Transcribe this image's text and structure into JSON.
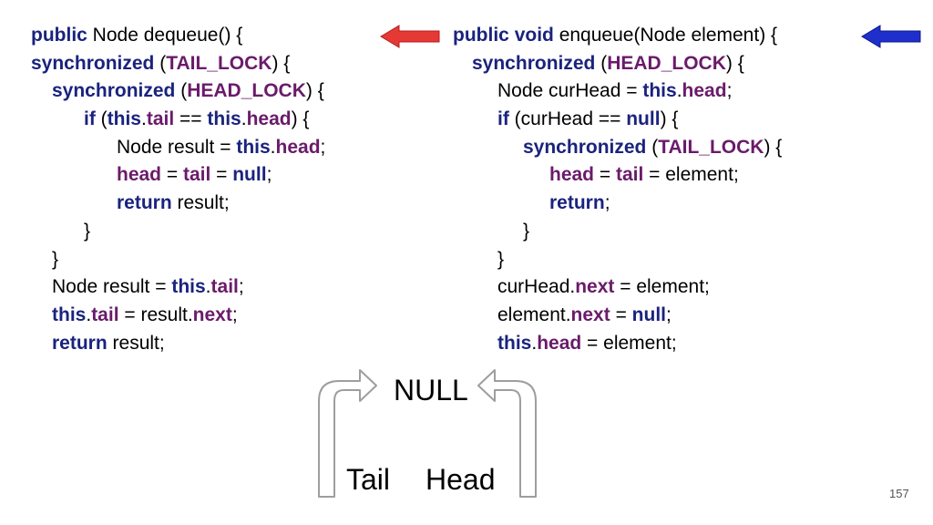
{
  "colors": {
    "keyword": "#1a237e",
    "field": "#6a1b6a",
    "red_arrow": "#e53935",
    "blue_arrow": "#1e2fcc"
  },
  "dequeue": [
    {
      "indent": 0,
      "tokens": [
        {
          "t": "kw",
          "v": "public"
        },
        {
          "t": "",
          "v": " Node dequeue() {"
        }
      ]
    },
    {
      "indent": 0,
      "tokens": [
        {
          "t": "kw",
          "v": "synchronized"
        },
        {
          "t": "",
          "v": " ("
        },
        {
          "t": "fld",
          "v": "TAIL_LOCK"
        },
        {
          "t": "",
          "v": ") {"
        }
      ]
    },
    {
      "indent": 1,
      "tokens": [
        {
          "t": "kw",
          "v": "synchronized"
        },
        {
          "t": "",
          "v": " ("
        },
        {
          "t": "fld",
          "v": "HEAD_LOCK"
        },
        {
          "t": "",
          "v": ") {"
        }
      ]
    },
    {
      "indent": 2,
      "tokens": [
        {
          "t": "kw",
          "v": "if"
        },
        {
          "t": "",
          "v": " ("
        },
        {
          "t": "kw",
          "v": "this"
        },
        {
          "t": "",
          "v": "."
        },
        {
          "t": "fld",
          "v": "tail"
        },
        {
          "t": "",
          "v": " == "
        },
        {
          "t": "kw",
          "v": "this"
        },
        {
          "t": "",
          "v": "."
        },
        {
          "t": "fld",
          "v": "head"
        },
        {
          "t": "",
          "v": ") {"
        }
      ]
    },
    {
      "indent": 3,
      "tokens": [
        {
          "t": "",
          "v": "Node result = "
        },
        {
          "t": "kw",
          "v": "this"
        },
        {
          "t": "",
          "v": "."
        },
        {
          "t": "fld",
          "v": "head"
        },
        {
          "t": "",
          "v": ";"
        }
      ]
    },
    {
      "indent": 3,
      "tokens": [
        {
          "t": "fld",
          "v": "head"
        },
        {
          "t": "",
          "v": " = "
        },
        {
          "t": "fld",
          "v": "tail"
        },
        {
          "t": "",
          "v": " = "
        },
        {
          "t": "kw",
          "v": "null"
        },
        {
          "t": "",
          "v": ";"
        }
      ]
    },
    {
      "indent": 3,
      "tokens": [
        {
          "t": "kw",
          "v": "return"
        },
        {
          "t": "",
          "v": " result;"
        }
      ]
    },
    {
      "indent": 2,
      "tokens": [
        {
          "t": "",
          "v": "}"
        }
      ]
    },
    {
      "indent": 1,
      "tokens": [
        {
          "t": "",
          "v": "}"
        }
      ]
    },
    {
      "indent": 1,
      "tokens": [
        {
          "t": "",
          "v": "Node result = "
        },
        {
          "t": "kw",
          "v": "this"
        },
        {
          "t": "",
          "v": "."
        },
        {
          "t": "fld",
          "v": "tail"
        },
        {
          "t": "",
          "v": ";"
        }
      ]
    },
    {
      "indent": 1,
      "tokens": [
        {
          "t": "kw",
          "v": "this"
        },
        {
          "t": "",
          "v": "."
        },
        {
          "t": "fld",
          "v": "tail"
        },
        {
          "t": "",
          "v": " = result."
        },
        {
          "t": "fld",
          "v": "next"
        },
        {
          "t": "",
          "v": ";"
        }
      ]
    },
    {
      "indent": 1,
      "tokens": [
        {
          "t": "kw",
          "v": "return"
        },
        {
          "t": "",
          "v": " result;"
        }
      ]
    }
  ],
  "enqueue": [
    {
      "indent": 0,
      "tokens": [
        {
          "t": "kw",
          "v": "public"
        },
        {
          "t": "",
          "v": " "
        },
        {
          "t": "kw",
          "v": "void"
        },
        {
          "t": "",
          "v": " enqueue(Node element) {"
        }
      ]
    },
    {
      "indent": 1,
      "tokens": [
        {
          "t": "kw",
          "v": "synchronized"
        },
        {
          "t": "",
          "v": " ("
        },
        {
          "t": "fld",
          "v": "HEAD_LOCK"
        },
        {
          "t": "",
          "v": ") {"
        }
      ]
    },
    {
      "indent": 2,
      "tokens": [
        {
          "t": "",
          "v": "Node curHead = "
        },
        {
          "t": "kw",
          "v": "this"
        },
        {
          "t": "",
          "v": "."
        },
        {
          "t": "fld",
          "v": "head"
        },
        {
          "t": "",
          "v": ";"
        }
      ]
    },
    {
      "indent": 2,
      "tokens": [
        {
          "t": "kw",
          "v": "if"
        },
        {
          "t": "",
          "v": " (curHead == "
        },
        {
          "t": "kw",
          "v": "null"
        },
        {
          "t": "",
          "v": ") {"
        }
      ]
    },
    {
      "indent": 3,
      "tokens": [
        {
          "t": "kw",
          "v": "synchronized"
        },
        {
          "t": "",
          "v": " ("
        },
        {
          "t": "fld",
          "v": "TAIL_LOCK"
        },
        {
          "t": "",
          "v": ") {"
        }
      ]
    },
    {
      "indent": 4,
      "tokens": [
        {
          "t": "fld",
          "v": "head"
        },
        {
          "t": "",
          "v": " = "
        },
        {
          "t": "fld",
          "v": "tail"
        },
        {
          "t": "",
          "v": " = element;"
        }
      ]
    },
    {
      "indent": 4,
      "tokens": [
        {
          "t": "kw",
          "v": "return"
        },
        {
          "t": "",
          "v": ";"
        }
      ]
    },
    {
      "indent": 3,
      "tokens": [
        {
          "t": "",
          "v": "}"
        }
      ]
    },
    {
      "indent": 2,
      "tokens": [
        {
          "t": "",
          "v": "}"
        }
      ]
    },
    {
      "indent": 2,
      "tokens": [
        {
          "t": "",
          "v": "curHead."
        },
        {
          "t": "fld",
          "v": "next"
        },
        {
          "t": "",
          "v": " = element;"
        }
      ]
    },
    {
      "indent": 2,
      "tokens": [
        {
          "t": "",
          "v": "element."
        },
        {
          "t": "fld",
          "v": "next"
        },
        {
          "t": "",
          "v": " = "
        },
        {
          "t": "kw",
          "v": "null"
        },
        {
          "t": "",
          "v": ";"
        }
      ]
    },
    {
      "indent": 2,
      "tokens": [
        {
          "t": "kw",
          "v": "this"
        },
        {
          "t": "",
          "v": "."
        },
        {
          "t": "fld",
          "v": "head"
        },
        {
          "t": "",
          "v": " = element;"
        }
      ]
    }
  ],
  "diagram": {
    "null_label": "NULL",
    "tail_label": "Tail",
    "head_label": "Head"
  },
  "page_number": "157"
}
